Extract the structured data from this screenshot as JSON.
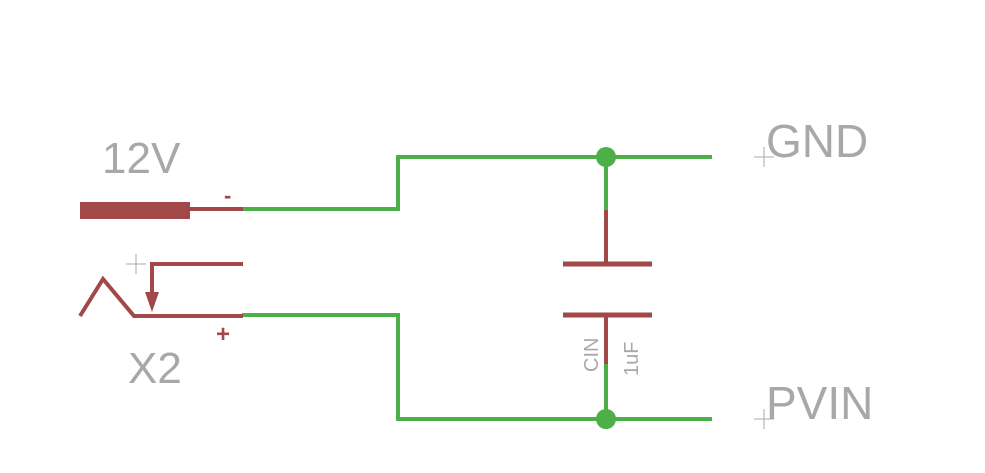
{
  "component_jack": {
    "value": "12V",
    "name": "X2",
    "pin_minus": "-",
    "pin_plus": "+"
  },
  "component_cap": {
    "name": "CIN",
    "value": "1uF"
  },
  "nets": {
    "gnd": "GND",
    "pvin": "PVIN"
  },
  "colors": {
    "wire": "#4caf48",
    "symbol": "#a34848",
    "label": "#a8a8a8",
    "origin_mark": "#aaaaaa"
  }
}
